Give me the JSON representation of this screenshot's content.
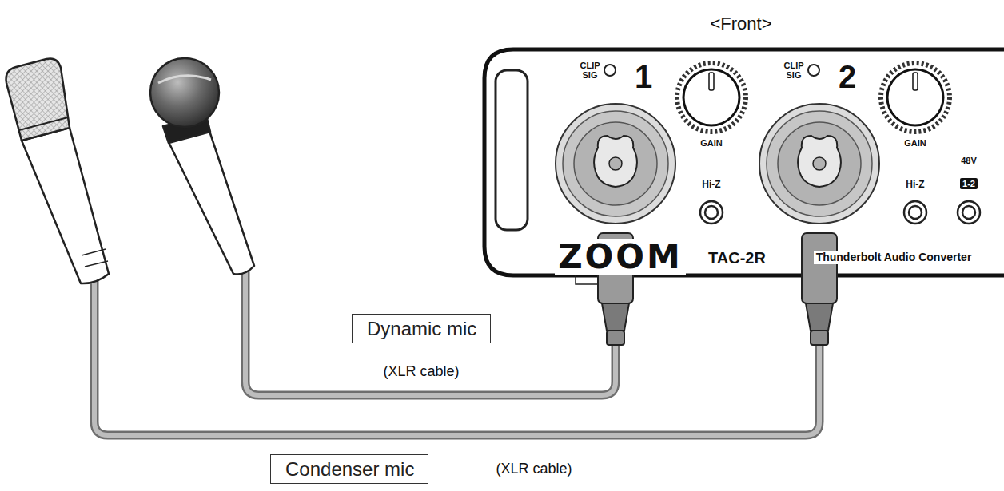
{
  "diagram": {
    "nodes": [
      {
        "text": [
          "Dynamic mic"
        ]
      },
      {
        "text": [
          "Condenser mic"
        ]
      }
    ],
    "labels": [
      "<Front>",
      "CLIP",
      "SIG",
      "1",
      "GAIN",
      "Hi-Z",
      "CLIP",
      "SIG",
      "2",
      "GAIN",
      "Hi-Z",
      "48V",
      "1-2",
      "ZOOM",
      "TAC-2R",
      "Thunderbolt Audio Converter",
      "(XLR cable)",
      "(XLR cable)"
    ]
  }
}
